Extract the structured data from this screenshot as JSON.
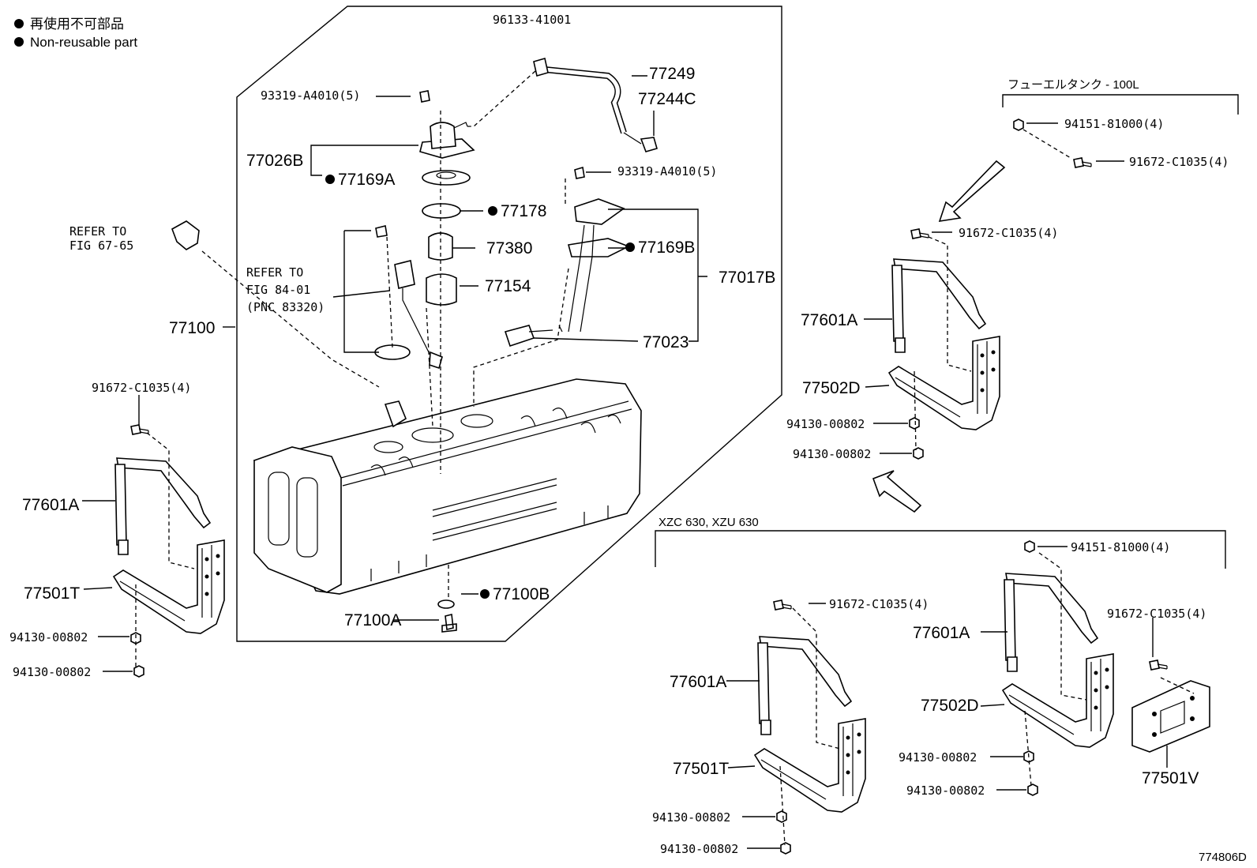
{
  "legend": {
    "line_jp": "再使用不可部品",
    "line_en": "Non-reusable part"
  },
  "figure_id": "774806D",
  "sections": {
    "tank_100l": "フューエルタンク - 100L",
    "xzc_xzu": "XZC 630, XZU 630"
  },
  "refs": {
    "refer_to": "REFER TO",
    "fig_67": "FIG 67-65",
    "fig_84": "FIG 84-01",
    "pnc": "(PNC 83320)"
  },
  "parts": {
    "p96133": "96133-41001",
    "p77249": "77249",
    "p77244C": "77244C",
    "p93319a": "93319-A4010(5)",
    "p77026B": "77026B",
    "p77169A": "77169A",
    "p77178": "77178",
    "p93319b": "93319-A4010(5)",
    "p77380": "77380",
    "p77169B": "77169B",
    "p77154": "77154",
    "p77017B": "77017B",
    "p77100": "77100",
    "p77023": "77023",
    "p77100B": "77100B",
    "p77100A": "77100A",
    "p91672_left": "91672-C1035(4)",
    "p77601A_left": "77601A",
    "p77501T_left": "77501T",
    "p94130_left1": "94130-00802",
    "p94130_left2": "94130-00802",
    "p94151_top": "94151-81000(4)",
    "p91672_top": "91672-C1035(4)",
    "p91672_r": "91672-C1035(4)",
    "p77601A_r": "77601A",
    "p77502D_r": "77502D",
    "p94130_r1": "94130-00802",
    "p94130_r2": "94130-00802",
    "p94151_bot": "94151-81000(4)",
    "p91672_bm": "91672-C1035(4)",
    "p91672_br": "91672-C1035(4)",
    "p77601A_bm": "77601A",
    "p77601A_br": "77601A",
    "p77502D_br": "77502D",
    "p77501T_bm": "77501T",
    "p94130_br1": "94130-00802",
    "p94130_br2": "94130-00802",
    "p94130_bm1": "94130-00802",
    "p94130_bm2": "94130-00802",
    "p77501V": "77501V"
  }
}
